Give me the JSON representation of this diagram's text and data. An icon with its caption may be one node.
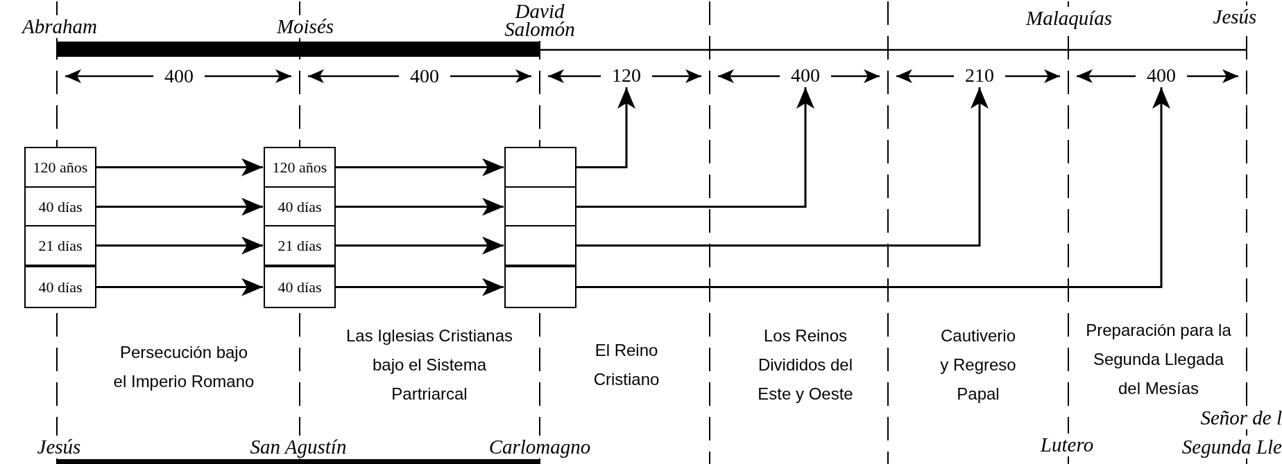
{
  "diagram": {
    "nodes": [
      {
        "text": [
          "120 años"
        ]
      },
      {
        "text": [
          "40 días"
        ]
      },
      {
        "text": [
          "21 días"
        ]
      },
      {
        "text": [
          "40 días"
        ]
      },
      {
        "text": [
          "120 años"
        ]
      },
      {
        "text": [
          "40 días"
        ]
      },
      {
        "text": [
          "21 días"
        ]
      },
      {
        "text": [
          "40 días"
        ]
      },
      {
        "text": [],
        "shape": "box"
      },
      {
        "text": [],
        "shape": "box"
      },
      {
        "text": [],
        "shape": "box"
      },
      {
        "text": [],
        "shape": "box"
      },
      {
        "text": [
          "120"
        ]
      },
      {
        "text": [
          "400"
        ]
      },
      {
        "text": [
          "210"
        ]
      },
      {
        "text": [
          "400"
        ]
      }
    ],
    "edges": [
      {
        "from": 0,
        "to": 4,
        "arrow": "to"
      },
      {
        "from": 1,
        "to": 5,
        "arrow": "to"
      },
      {
        "from": 2,
        "to": 6,
        "arrow": "to"
      },
      {
        "from": 3,
        "to": 7,
        "arrow": "to"
      },
      {
        "from": 4,
        "to": 8,
        "arrow": "to"
      },
      {
        "from": 5,
        "to": 9,
        "arrow": "to"
      },
      {
        "from": 6,
        "to": 10,
        "arrow": "to"
      },
      {
        "from": 7,
        "to": 11,
        "arrow": "to"
      },
      {
        "from": 8,
        "to": 12,
        "arrow": "to"
      },
      {
        "from": 9,
        "to": 13,
        "arrow": "to"
      },
      {
        "from": 10,
        "to": 14,
        "arrow": "to"
      },
      {
        "from": 11,
        "to": 15,
        "arrow": "to"
      }
    ],
    "labels": [
      "David",
      "Abraham",
      "Moisés",
      "Salomón",
      "Malaquías",
      "Jesús",
      "400",
      "400",
      "Persecución bajo el Imperio Romano",
      "Las Iglesias Cristianas bajo el Sistema Partriarcal",
      "El Reino Cristiano",
      "Los Reinos Divididos del Este y Oeste",
      "Cautiverio y Regreso Papal",
      "Preparación para la Segunda Llegada del Mesías",
      "Señor de l",
      "Jesús",
      "San Agustín",
      "Carlomagno",
      "Lutero",
      "Segunda Lle"
    ]
  }
}
